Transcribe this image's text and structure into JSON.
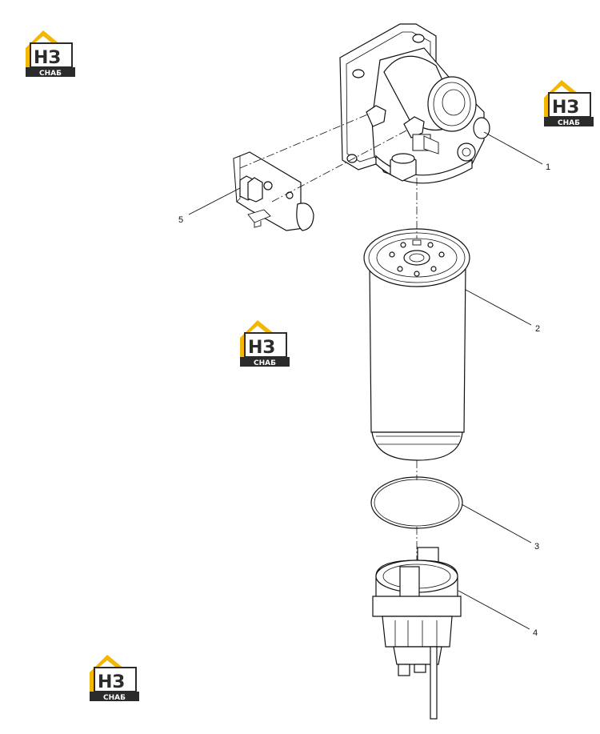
{
  "diagram": {
    "callouts": [
      "1",
      "2",
      "3",
      "4",
      "5"
    ]
  },
  "watermark": {
    "letters": "НЗ",
    "band": "СНАБ",
    "colors": {
      "roof": "#f2b705",
      "band": "#2b2b2b",
      "letters": "#2b2b2b"
    }
  },
  "colors": {
    "lines": "#111111",
    "background": "#ffffff"
  }
}
